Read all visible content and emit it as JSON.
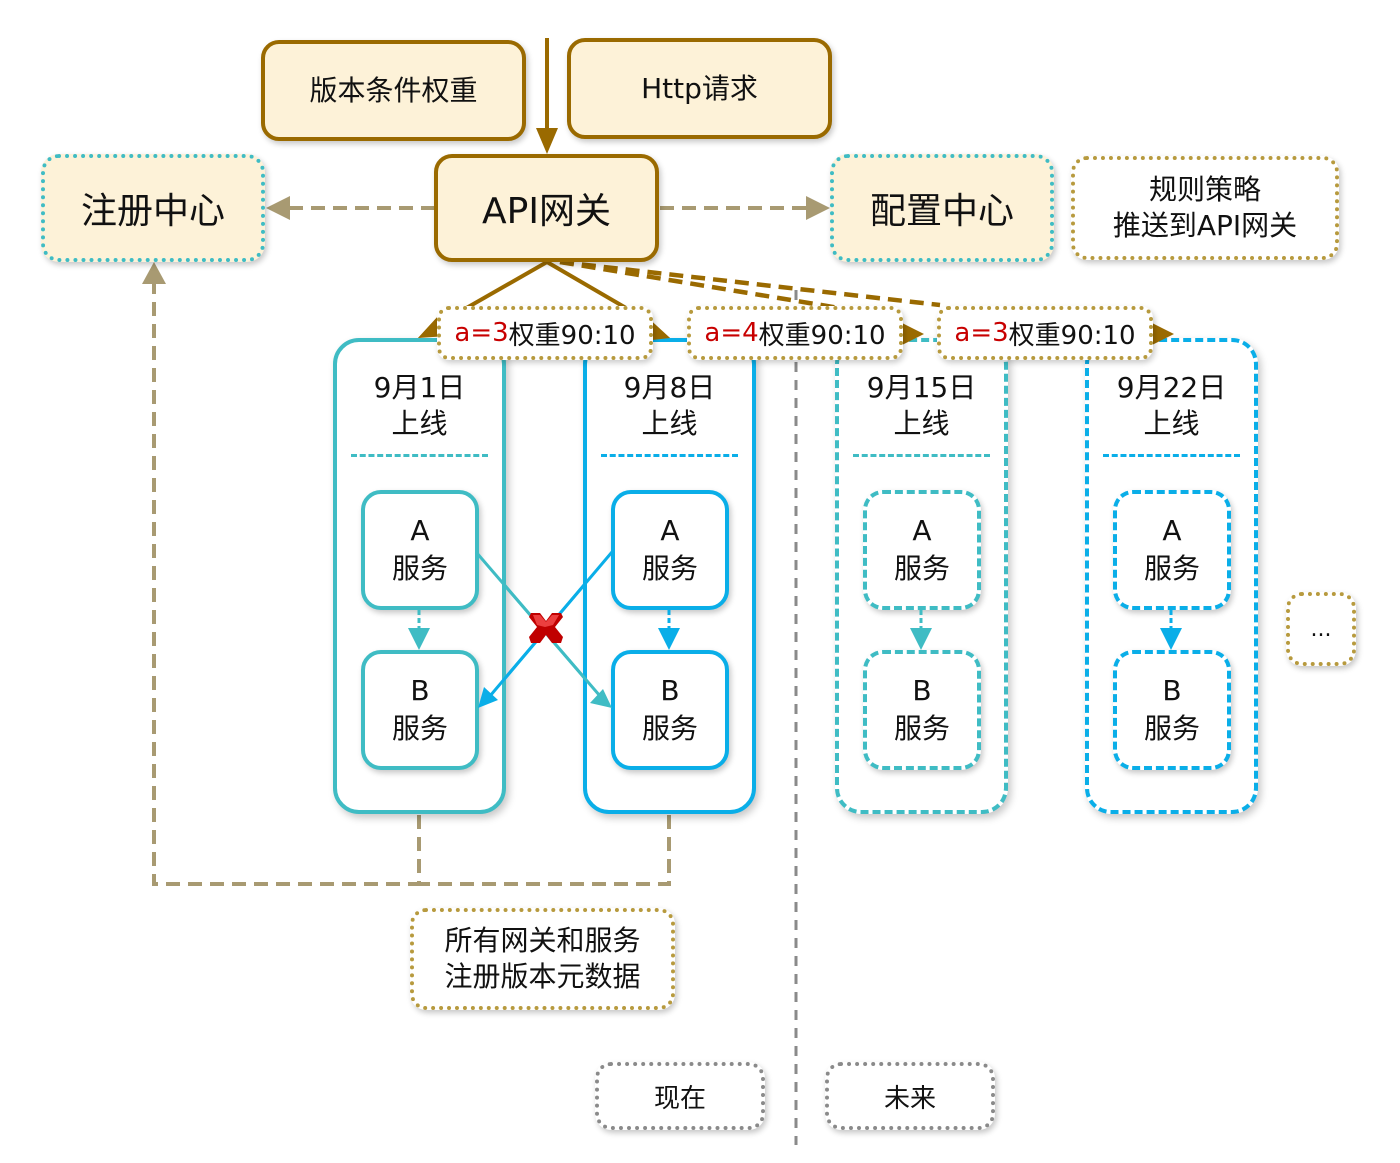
{
  "colors": {
    "gold": "#9a6a00",
    "gold_dotted": "#b79a3e",
    "cream": "#fdf2d8",
    "teal": "#3fbcc4",
    "blue": "#0aaee8",
    "link_grey": "#a89a72",
    "red": "#c80000",
    "divider_grey": "#8a8a8a"
  },
  "top": {
    "version_weight": "版本条件权重",
    "http_request": "Http请求"
  },
  "center": {
    "registry": "注册中心",
    "gateway": "API网关",
    "config": "配置中心",
    "rule_note_line1": "规则策略",
    "rule_note_line2": "推送到API网关"
  },
  "weights": [
    {
      "cond": "a=3",
      "label": "权重90:10"
    },
    {
      "cond": "a=4",
      "label": "权重90:10"
    },
    {
      "cond": "a=3",
      "label": "权重90:10"
    }
  ],
  "lanes": [
    {
      "date": "9月1日",
      "status": "上线",
      "style": "solid teal",
      "a_name": "A",
      "b_name": "B",
      "service": "服务"
    },
    {
      "date": "9月8日",
      "status": "上线",
      "style": "solid blue",
      "a_name": "A",
      "b_name": "B",
      "service": "服务"
    },
    {
      "date": "9月15日",
      "status": "上线",
      "style": "dashed teal",
      "a_name": "A",
      "b_name": "B",
      "service": "服务"
    },
    {
      "date": "9月22日",
      "status": "上线",
      "style": "dashed blue",
      "a_name": "A",
      "b_name": "B",
      "service": "服务"
    }
  ],
  "more": "...",
  "register_note": {
    "line1": "所有网关和服务",
    "line2": "注册版本元数据"
  },
  "timeline": {
    "now": "现在",
    "future": "未来"
  },
  "icons": {
    "blocked": "red-x-icon"
  }
}
